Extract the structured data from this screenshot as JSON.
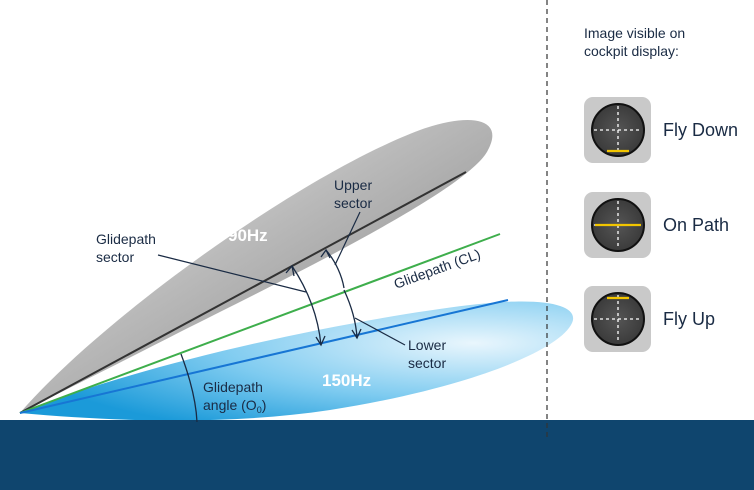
{
  "colors": {
    "ground": "#0f456e",
    "glidepath": "#3eae4c",
    "lower_line": "#1776d4",
    "upper_line": "#3a3a3a",
    "text": "#1a2b44",
    "needle": "#f2c500",
    "panel": "#c9c9c9",
    "dial": "#4a4a4a"
  },
  "sectors": {
    "upper_lobe_label": "90Hz",
    "lower_lobe_label": "150Hz"
  },
  "labels": {
    "glidepath_sector": [
      "Glidepath",
      "sector"
    ],
    "upper_sector": [
      "Upper",
      "sector"
    ],
    "lower_sector": [
      "Lower",
      "sector"
    ],
    "glidepath_cl": "Glidepath (CL)",
    "glidepath_angle_line1": "Glidepath",
    "glidepath_angle_line2_prefix": "angle (O",
    "glidepath_angle_sub": "0",
    "glidepath_angle_suffix": ")"
  },
  "cockpit": {
    "heading": [
      "Image visible on",
      "cockpit display:"
    ],
    "indicators": [
      {
        "label": "Fly Down",
        "needle": "below",
        "icon": "fly-down-indicator-icon"
      },
      {
        "label": "On Path",
        "needle": "center",
        "icon": "on-path-indicator-icon"
      },
      {
        "label": "Fly Up",
        "needle": "above",
        "icon": "fly-up-indicator-icon"
      }
    ]
  }
}
